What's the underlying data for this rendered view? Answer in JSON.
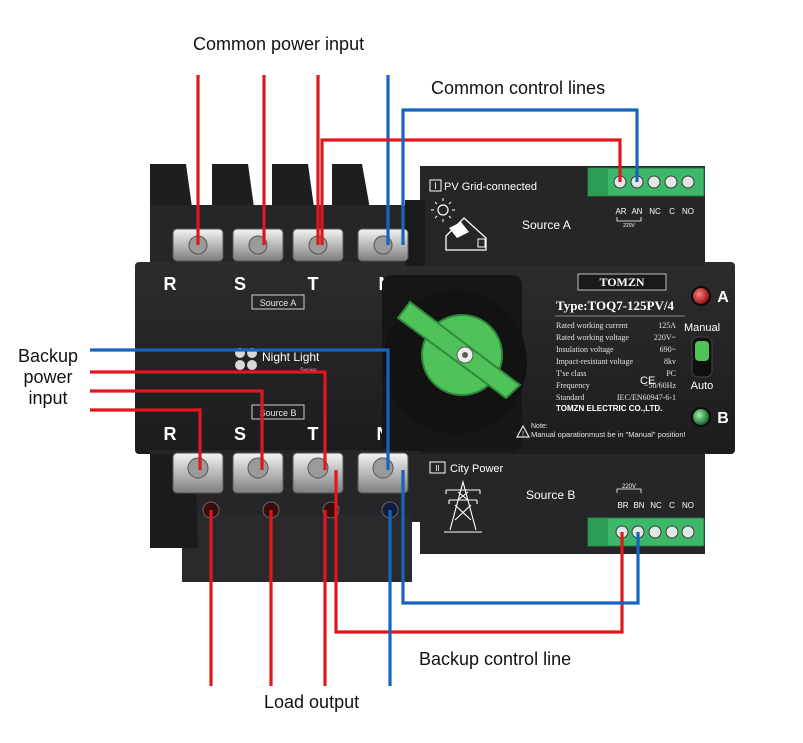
{
  "callouts": {
    "common_power_input": "Common power input",
    "common_control_lines": "Common control lines",
    "backup_power_input": [
      "Backup",
      "power",
      "input"
    ],
    "backup_control_line": "Backup control line",
    "load_output": "Load output"
  },
  "terminals": {
    "source_a": [
      "R",
      "S",
      "T",
      "N"
    ],
    "source_b": [
      "R",
      "S",
      "T",
      "N"
    ],
    "source_a_tag": "Source A",
    "source_b_tag": "Source B"
  },
  "module_a": {
    "icon_glyph": "I",
    "title": "PV Grid-connected",
    "source_label": "Source A",
    "terminal_labels": [
      "AR",
      "AN",
      "NC",
      "C",
      "NO"
    ],
    "voltage": "220V"
  },
  "module_b": {
    "icon_glyph": "II",
    "title": "City Power",
    "source_label": "Source B",
    "terminal_labels": [
      "BR",
      "BN",
      "NC",
      "C",
      "NO"
    ],
    "voltage": "220V"
  },
  "switch_brand": {
    "name": "Night Light",
    "series": "Series"
  },
  "nameplate": {
    "brand": "TOMZN",
    "type": "Type:TOQ7-125PV/4",
    "specs": [
      {
        "label": "Rated working current",
        "value": "125A"
      },
      {
        "label": "Rated working voltage",
        "value": "220V~"
      },
      {
        "label": "Insulation voltage",
        "value": "690~"
      },
      {
        "label": "Impact-resistant voltage",
        "value": "8kv"
      },
      {
        "label": "T'se class",
        "value": "PC"
      },
      {
        "label": "Frequency",
        "value": "~50/60Hz"
      },
      {
        "label": "Standard",
        "value": "IEC/EN60947-6-1"
      }
    ],
    "ce_mark": "CE",
    "company": "TOMZN ELECTRIC CO.,LTD.",
    "note_title": "Note:",
    "note_text": "Manual oparationmust be in \"Manual\" position!"
  },
  "indicators": {
    "a_label": "A",
    "b_label": "B",
    "manual_label": "Manual",
    "auto_label": "Auto"
  },
  "colors": {
    "live_wire": "#e0171f",
    "neutral_wire": "#1565c0",
    "body": "#232325",
    "connector_green": "#3db86a",
    "handle_green": "#4fc35a"
  }
}
